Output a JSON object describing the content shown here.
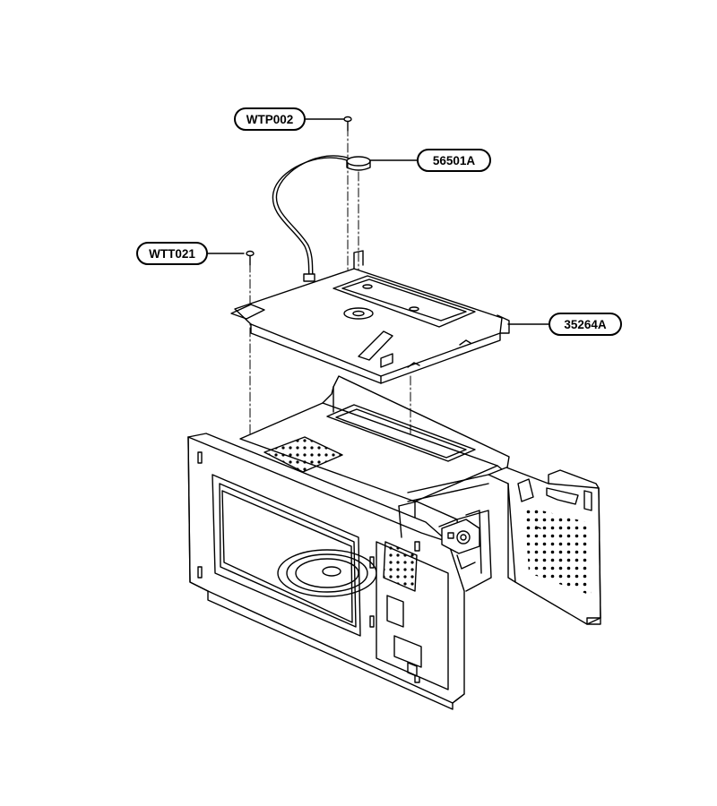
{
  "callouts": {
    "wtp002": "WTP002",
    "p56501a": "56501A",
    "wtt021": "WTT021",
    "p35264a": "35264A"
  },
  "colors": {
    "line": "#000000",
    "background": "#ffffff"
  }
}
